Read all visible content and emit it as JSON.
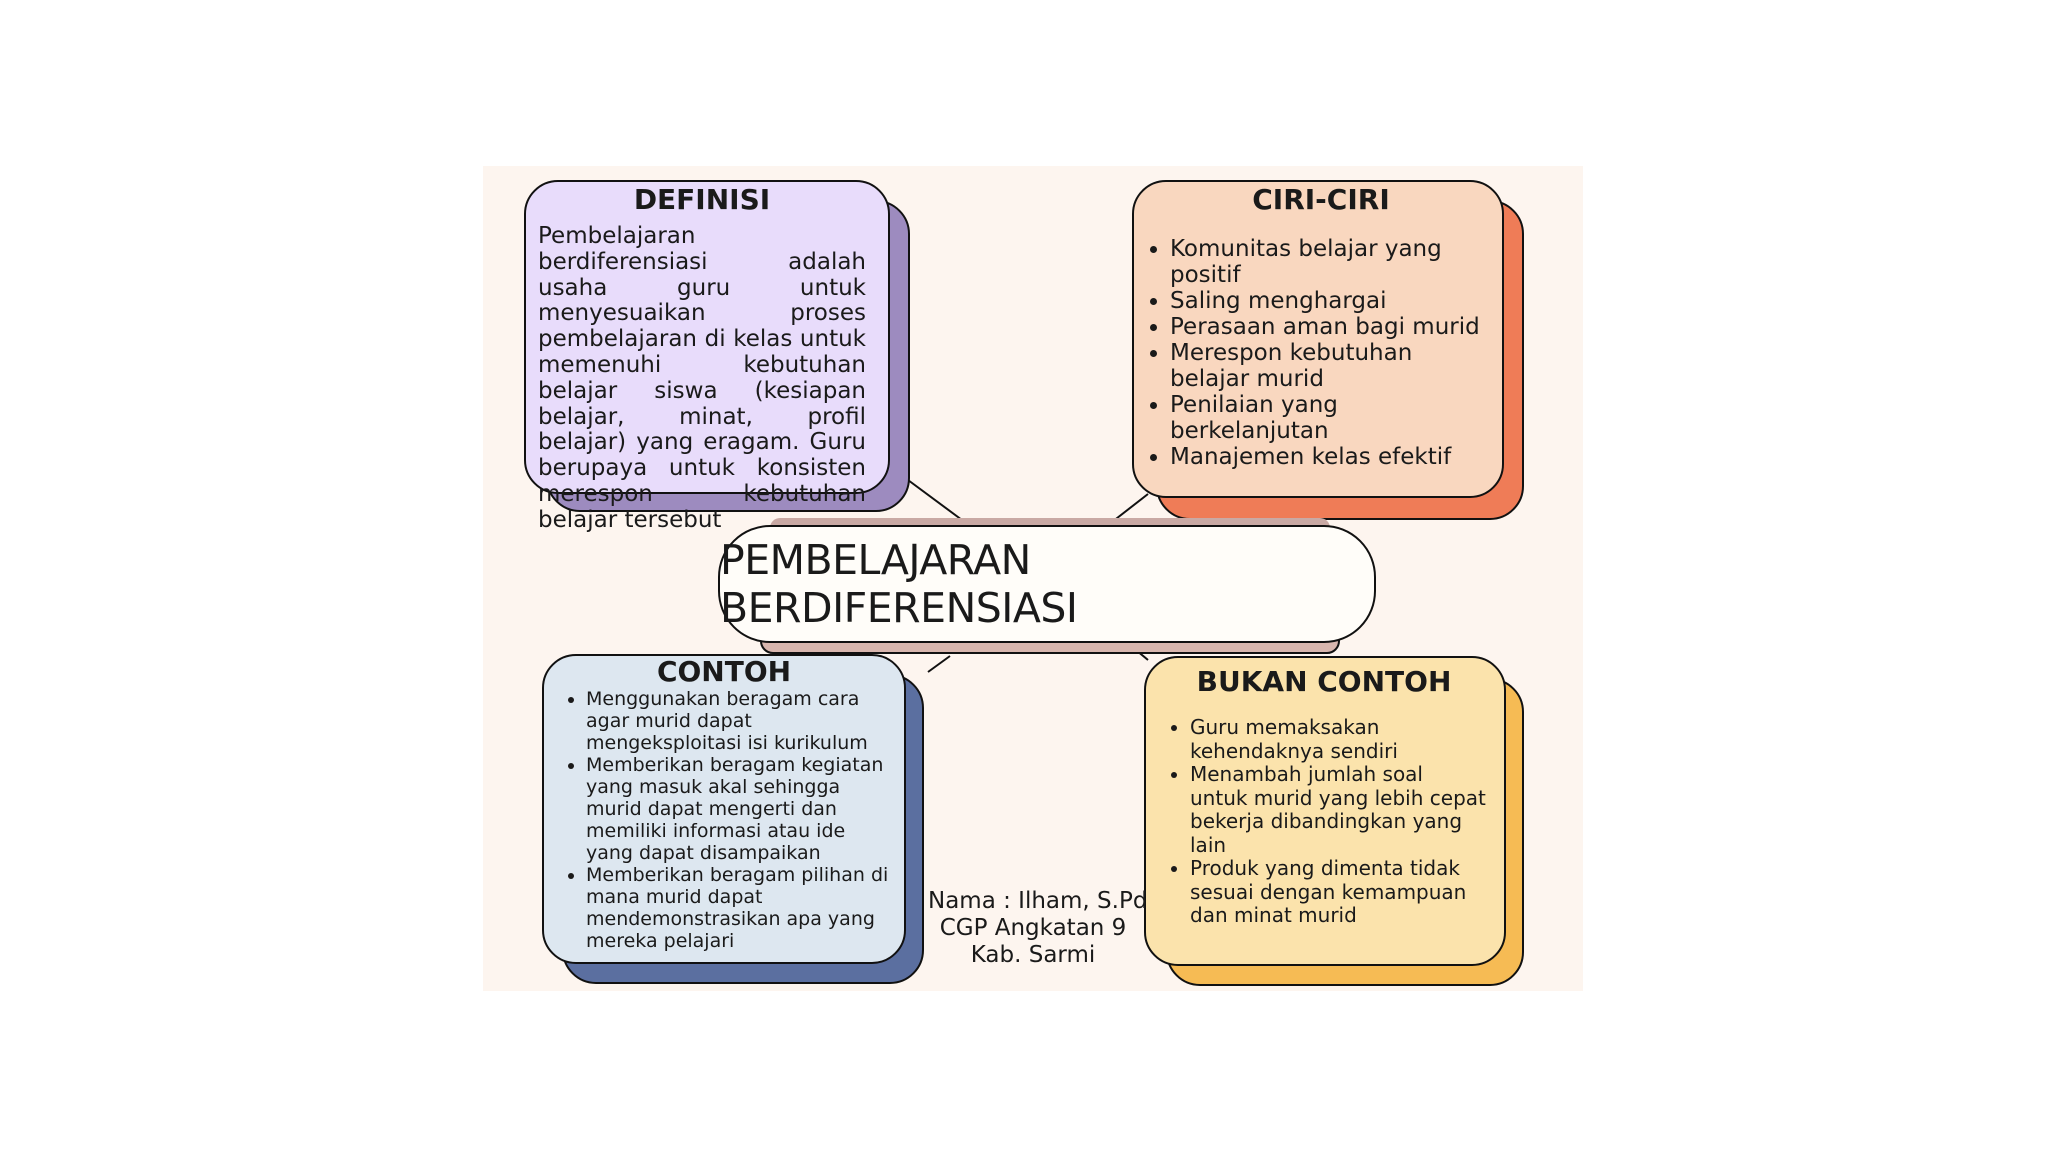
{
  "central_topic": "PEMBELAJARAN BERDIFERENSIASI",
  "colors": {
    "background": "#fdf5ef",
    "definisi_card": "#e8dcfb",
    "definisi_shadow": "#9d8bbf",
    "ciri_card": "#f9d7bf",
    "ciri_shadow": "#ef7c57",
    "contoh_card": "#dde7f0",
    "contoh_shadow": "#5b6fa0",
    "bukan_card": "#fbe3ac",
    "bukan_shadow": "#f6bb54"
  },
  "definisi": {
    "title": "DEFINISI",
    "text": "Pembelajaran berdiferensiasi adalah usaha guru untuk menyesuaikan proses pembelajaran di kelas untuk memenuhi kebutuhan belajar siswa (kesiapan belajar, minat, profil belajar) yang eragam. Guru berupaya untuk konsisten merespon kebutuhan belajar tersebut"
  },
  "ciri_ciri": {
    "title": "CIRI-CIRI",
    "items": [
      "Komunitas belajar yang positif",
      "Saling menghargai",
      "Perasaan aman bagi murid",
      "Merespon kebutuhan belajar murid",
      "Penilaian yang berkelanjutan",
      "Manajemen kelas efektif"
    ]
  },
  "contoh": {
    "title": "CONTOH",
    "items": [
      "Menggunakan beragam cara agar murid dapat mengeksploitasi isi kurikulum",
      "Memberikan beragam kegiatan yang masuk akal sehingga murid dapat mengerti dan memiliki informasi atau ide yang dapat disampaikan",
      "Memberikan beragam pilihan di mana murid dapat mendemonstrasikan apa yang mereka pelajari"
    ]
  },
  "bukan_contoh": {
    "title": "BUKAN CONTOH",
    "items": [
      "Guru memaksakan kehendaknya sendiri",
      "Menambah jumlah soal untuk murid yang lebih cepat bekerja dibandingkan yang lain",
      "Produk yang dimenta tidak sesuai dengan kemampuan dan minat murid"
    ]
  },
  "author": {
    "name": "Nama : Ilham, S.Pd",
    "cohort": "CGP Angkatan 9",
    "region": "Kab. Sarmi"
  }
}
